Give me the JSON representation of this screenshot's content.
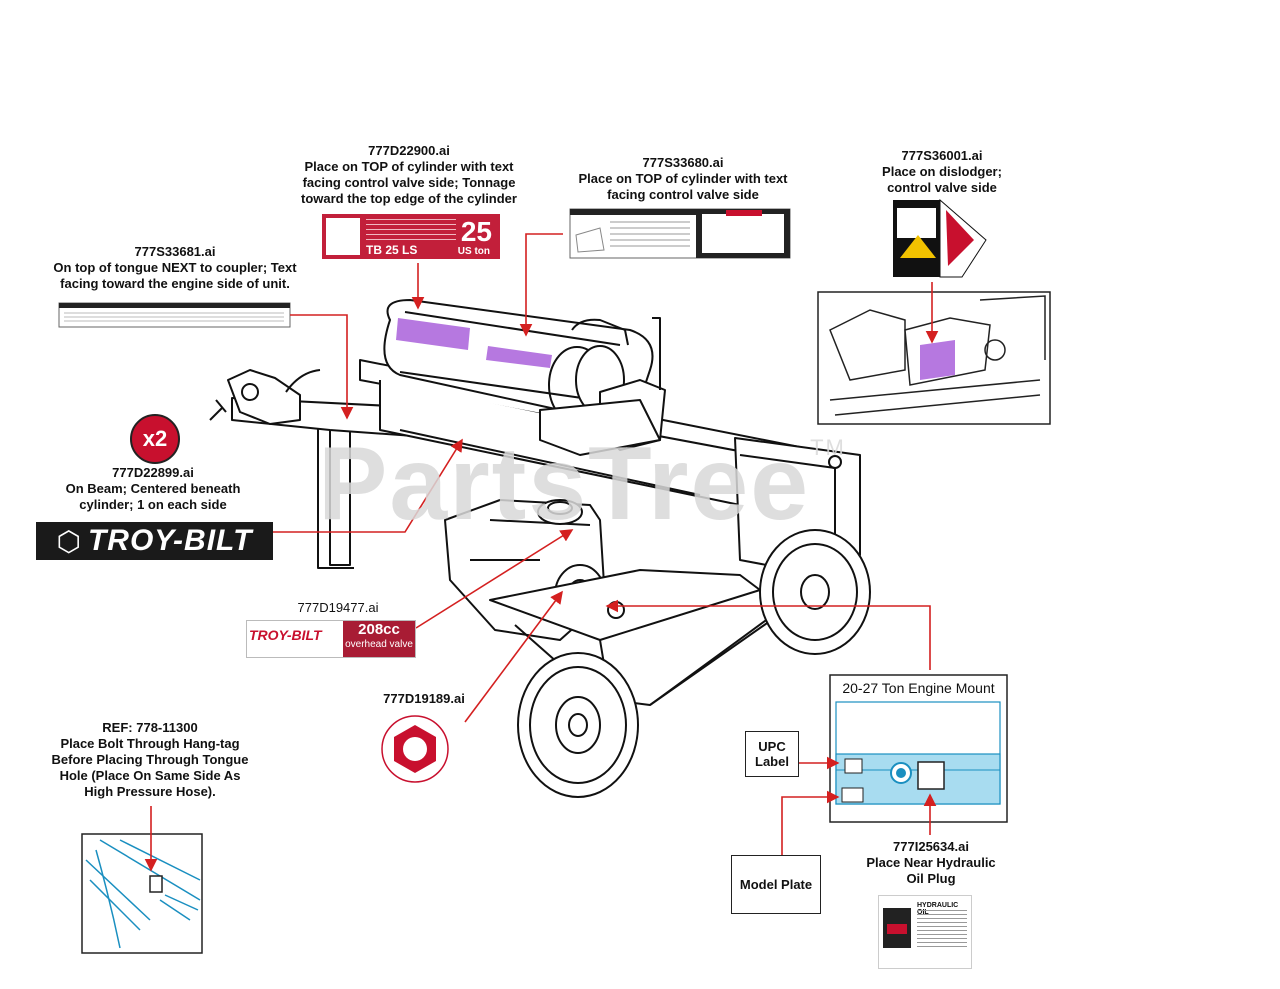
{
  "watermark": {
    "text": "PartsTree",
    "tm": "TM"
  },
  "callouts": {
    "c22900": {
      "code": "777D22900.ai",
      "text": "Place on TOP of cylinder with text facing control valve side; Tonnage toward the top edge of the cylinder"
    },
    "c33680": {
      "code": "777S33680.ai",
      "text": "Place on TOP of cylinder with text facing control valve side"
    },
    "c36001": {
      "code": "777S36001.ai",
      "text": "Place on dislodger; control valve side"
    },
    "c33681": {
      "code": "777S33681.ai",
      "text": "On top of tongue NEXT to coupler; Text facing toward the engine side of unit."
    },
    "c22899": {
      "code": "777D22899.ai",
      "text": "On Beam; Centered beneath cylinder; 1 on each side"
    },
    "c19477": {
      "code": "777D19477.ai"
    },
    "c19189": {
      "code": "777D19189.ai"
    },
    "ref": {
      "code": "REF: 778-11300",
      "text": "Place Bolt Through Hang-tag Before Placing Through Tongue Hole (Place On Same Side As High Pressure Hose)."
    },
    "c25634": {
      "code": "777I25634.ai",
      "text": "Place Near Hydraulic Oil Plug"
    }
  },
  "badge": "x2",
  "decals": {
    "troybilt": "TROY-BILT",
    "tonnage": {
      "big": "25",
      "unit": "US ton",
      "model": "TB 25 LS"
    },
    "engine": {
      "brand": "TROY-BILT",
      "cc": "208cc",
      "valve": "overhead valve"
    },
    "hydraulic": {
      "title": "HYDRAULIC OIL"
    }
  },
  "boxes": {
    "engine_mount_title": "20-27 Ton Engine Mount",
    "upc": "UPC Label",
    "model_plate": "Model Plate"
  },
  "colors": {
    "accent": "#c8102e",
    "purple": "#b678e0",
    "arrow": "#d42020",
    "mount_band": "#a8dcf0"
  }
}
